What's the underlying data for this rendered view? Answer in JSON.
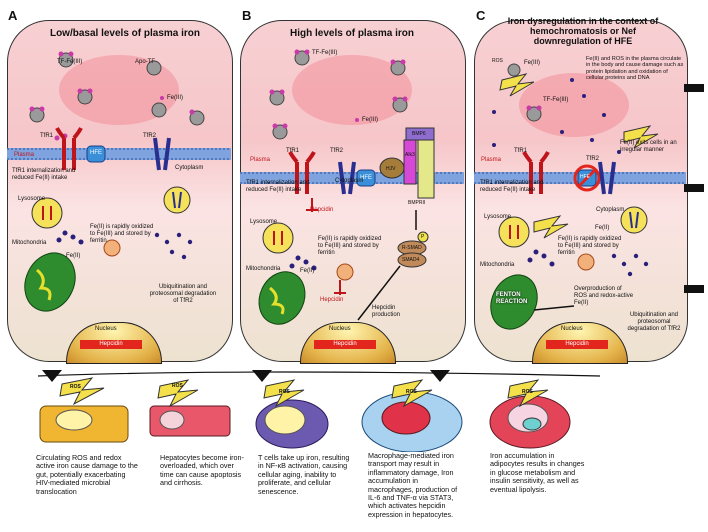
{
  "panels": [
    {
      "letter": "A",
      "title": "Low/basal levels of plasma iron",
      "labels": {
        "tf_fe": "TF-Fe(III)",
        "apo_tf": "Apo-TF",
        "fe3": "Fe(III)",
        "plasma": "Plasma",
        "tfr1": "TfR1",
        "tfr2": "TfR2",
        "hfe": "HFE",
        "cytoplasm": "Cytoplasm",
        "internalization": "TfR1 internalization and reduced Fe(II) intake",
        "lysosome": "Lysosome",
        "oxidized": "Fe(II) is rapidly oxidized to Fe(III) and stored by ferritin",
        "mitochondria": "Mitochondria",
        "fe2": "Fe(II)",
        "ubiquitination": "Ubiquitination and proteosomal degradation of TfR2",
        "nucleus": "Nucleus",
        "hepcidin": "Hepcidin"
      }
    },
    {
      "letter": "B",
      "title": "High levels of plasma iron",
      "labels": {
        "tf_fe": "TF-Fe(III)",
        "fe3": "Fe(III)",
        "plasma": "Plasma",
        "tfr1": "TfR1",
        "tfr2": "TfR2",
        "hfe": "HFE",
        "bmp6": "BMP6",
        "alk3": "Alk3",
        "hjv": "HJV",
        "bmpr": "BMPRII",
        "cytoplasm": "Cytoplasm",
        "internalization": "TfR1 internalization and reduced Fe(II) intake",
        "hepcidin_inhib": "Hepcidin",
        "lysosome": "Lysosome",
        "oxidized": "Fe(II) is rapidly oxidized to Fe(III) and stored by ferritin",
        "p": "P",
        "rsmad": "R-SMAD",
        "smad4": "SMAD4",
        "mitochondria": "Mitochondria",
        "fe2": "Fe(II)",
        "hepcidin_inhib2": "Hepcidin",
        "hepcidin_production": "Hepcidin production",
        "nucleus": "Nucleus",
        "hepcidin": "Hepcidin"
      }
    },
    {
      "letter": "C",
      "title": "Iron dysregulation in the context of hemochromatosis or Nef downregulation of HFE",
      "labels": {
        "fe3": "Fe(III)",
        "ros": "ROS",
        "tf_fe": "TF-Fe(III)",
        "circulate": "Fe(II) and ROS in the plasma circulate in the body and cause damage such as protein lipidation and oxidation of cellular proteins and DNA",
        "exits": "Fe(II) exits cells in an irregular manner",
        "plasma": "Plasma",
        "tfr1": "TfR1",
        "tfr2": "TfR2",
        "hfe": "HFE",
        "cytoplasm": "Cytoplasm",
        "internalization": "TfR1 internalization and reduced Fe(II) intake",
        "lysosome": "Lysosome",
        "fe2_label": "Fe(II)",
        "oxidized": "Fe(II) is rapidly oxidized to Fe(III) and stored by ferritin",
        "mitochondria": "Mitochondria",
        "fenton": "FENTON REACTION",
        "overproduction": "Overproduction of ROS and redox-active Fe(II)",
        "ubiquitination": "Ubiquitination and proteosomal degradation of TfR2",
        "nucleus": "Nucleus",
        "hepcidin": "Hepcidin"
      }
    }
  ],
  "bottom": {
    "ros_label": "ROS",
    "captions": [
      "Circulating ROS and redox active iron cause damage to the gut, potentially exacerbating HIV-mediated microbial translocation",
      "Hepatocytes become iron-overloaded, which over time can cause apoptosis and cirrhosis.",
      "T cells take up iron, resulting in NF-κB activation, causing cellular aging, inability to proliferate, and cellular senescence.",
      "Macrophage-mediated iron transport may result in inflammatory damage, Iron accumulation in macrophages, production of IL-6 and TNF-α via STAT3, which activates hepcidin expression in hepatocytes.",
      "Iron accumulation in adipocytes results in changes in glucose metabolism and insulin sensitivity, as well as eventual lipolysis."
    ]
  },
  "colors": {
    "plasma_pink": "#f6c6c9",
    "membrane_blue": "#6a8fd0",
    "tfr1_red": "#c0141b",
    "tfr2_navy": "#2a2f8f",
    "hfe_blue": "#3a8fd8",
    "iron_dot": "#2a1f7a",
    "ros_yellow": "#f3e04a",
    "hepcidin_red": "#e2261e"
  }
}
